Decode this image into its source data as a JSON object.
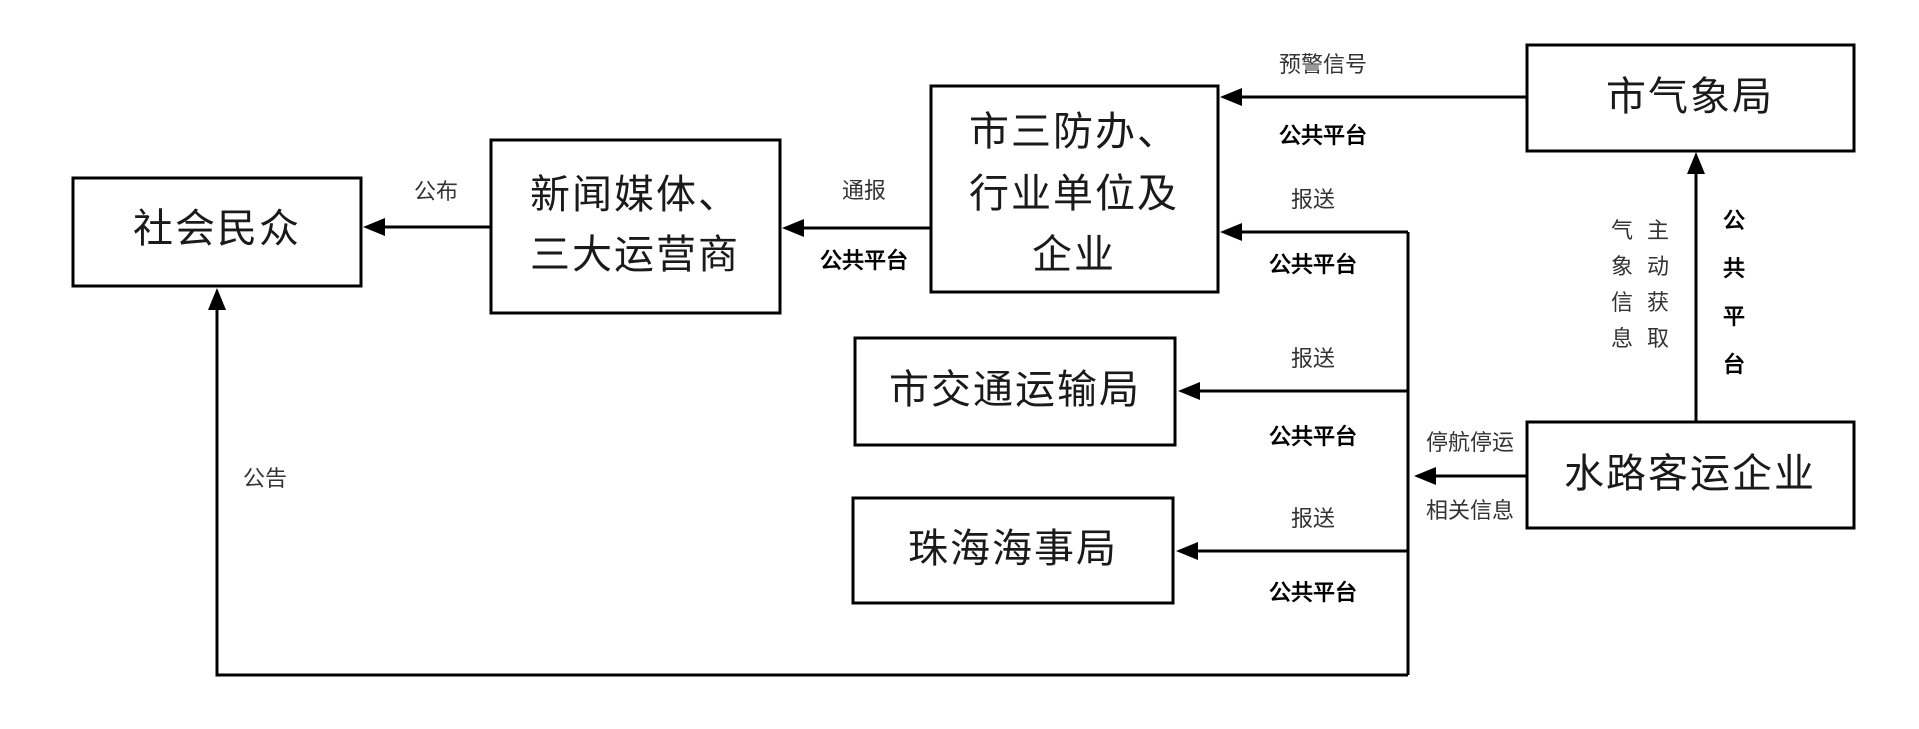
{
  "nodes": {
    "public": "社会民众",
    "media_line1": "新闻媒体、",
    "media_line2": "三大运营商",
    "sanfang_line1": "市三防办、",
    "sanfang_line2": "行业单位及",
    "sanfang_line3": "企业",
    "weather": "市气象局",
    "transport": "市交通运输局",
    "maritime": "珠海海事局",
    "ferry": "水路客运企业"
  },
  "edges": {
    "weather_to_sanfang_top": "预警信号",
    "weather_to_sanfang_bottom": "公共平台",
    "ferry_to_sanfang_top": "报送",
    "ferry_to_sanfang_bottom": "公共平台",
    "sanfang_to_media_top": "通报",
    "sanfang_to_media_bottom": "公共平台",
    "media_to_public": "公布",
    "ferry_to_transport_top": "报送",
    "ferry_to_transport_bottom": "公共平台",
    "ferry_to_maritime_top": "报送",
    "ferry_to_maritime_bottom": "公共平台",
    "ferry_info_top": "停航停运",
    "ferry_info_bottom": "相关信息",
    "ferry_to_weather_col1": "主动获取",
    "ferry_to_weather_col2": "气象信息",
    "ferry_to_weather_platform": "公共平台",
    "to_public_notice": "公告"
  }
}
